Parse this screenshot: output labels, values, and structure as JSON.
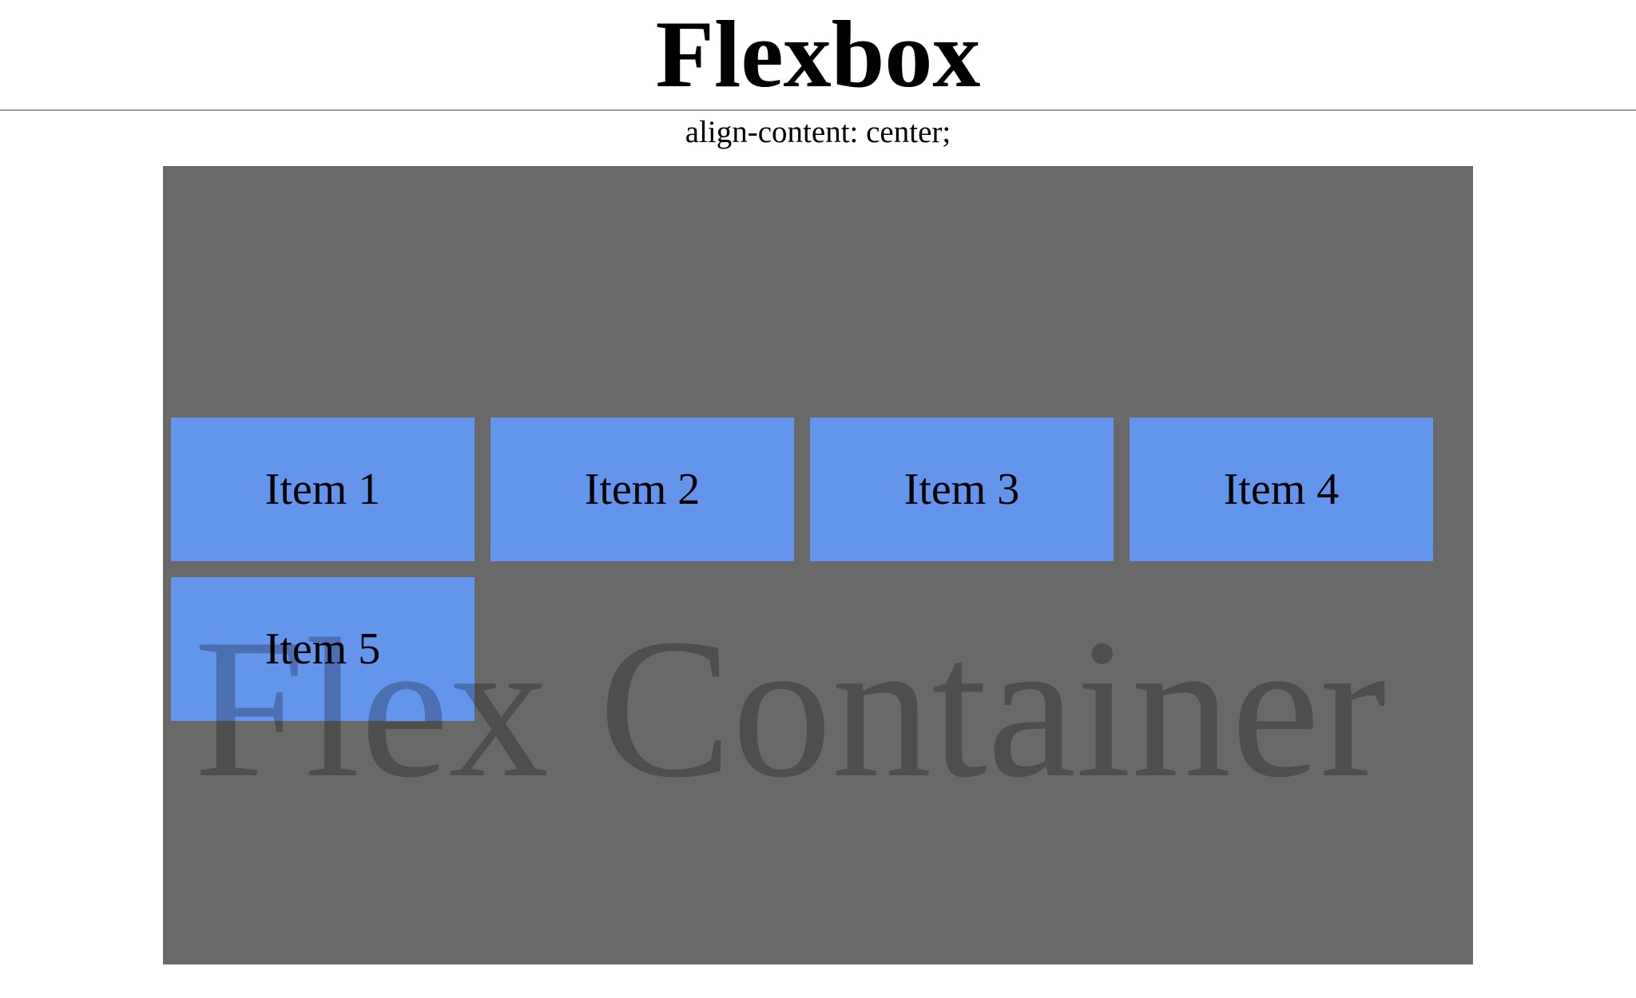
{
  "header": {
    "title": "Flexbox",
    "subtitle": "align-content: center;"
  },
  "container": {
    "watermark": "Flex Container",
    "background": "#696969",
    "items": [
      {
        "label": "Item 1"
      },
      {
        "label": "Item 2"
      },
      {
        "label": "Item 3"
      },
      {
        "label": "Item 4"
      },
      {
        "label": "Item 5"
      }
    ],
    "item_color": "#6495ed"
  }
}
